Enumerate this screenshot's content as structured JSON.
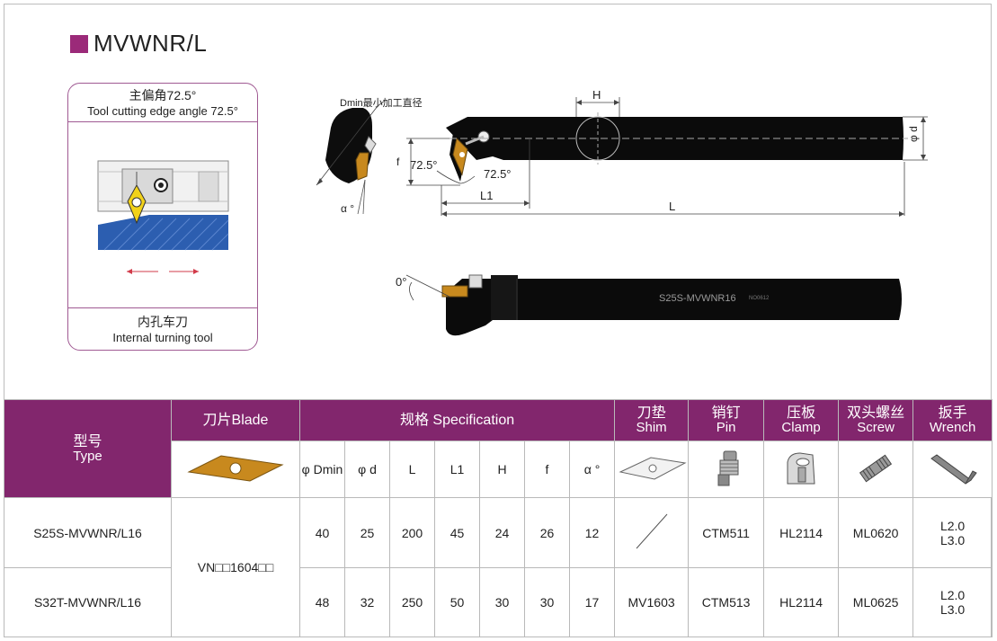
{
  "title": "MVWNR/L",
  "card": {
    "angle_cn": "主偏角72.5°",
    "angle_en": "Tool cutting edge angle 72.5°",
    "tool_cn": "内孔车刀",
    "tool_en": "Internal turning tool"
  },
  "drawing": {
    "dmin_label": "Dmin最小加工直径",
    "h": "H",
    "phi_d": "φ d",
    "f": "f",
    "angle1": "72.5°",
    "angle2": "72.5°",
    "l1": "L1",
    "l": "L",
    "alpha": "α °",
    "zero_deg": "0°",
    "bar_text": "S25S-MVWNR16",
    "bar_small": "NO0612"
  },
  "table": {
    "type_cn": "型号",
    "type_en": "Type",
    "blade_header": "刀片Blade",
    "spec_header": "规格 Specification",
    "shim_cn": "刀垫",
    "shim_en": "Shim",
    "pin_cn": "销钉",
    "pin_en": "Pin",
    "clamp_cn": "压板",
    "clamp_en": "Clamp",
    "screw_cn": "双头螺丝",
    "screw_en": "Screw",
    "wrench_cn": "扳手",
    "wrench_en": "Wrench",
    "cols": [
      "φ Dmin",
      "φ d",
      "L",
      "L1",
      "H",
      "f",
      "α °"
    ],
    "blade_code": "VN□□1604□□",
    "rows": [
      {
        "type": "S25S-MVWNR/L16",
        "dmin": "40",
        "d": "25",
        "L": "200",
        "L1": "45",
        "H": "24",
        "f": "26",
        "a": "12",
        "shim": "",
        "pin": "CTM511",
        "clamp": "HL2114",
        "screw": "ML0620",
        "wrench1": "L2.0",
        "wrench2": "L3.0"
      },
      {
        "type": "S32T-MVWNR/L16",
        "dmin": "48",
        "d": "32",
        "L": "250",
        "L1": "50",
        "H": "30",
        "f": "30",
        "a": "17",
        "shim": "MV1603",
        "pin": "CTM513",
        "clamp": "HL2114",
        "screw": "ML0625",
        "wrench1": "L2.0",
        "wrench2": "L3.0"
      }
    ]
  },
  "colors": {
    "accent": "#82266d",
    "bar": "#0c0c0c",
    "insert": "#c8891e",
    "workpiece": "#2c5eb0"
  }
}
